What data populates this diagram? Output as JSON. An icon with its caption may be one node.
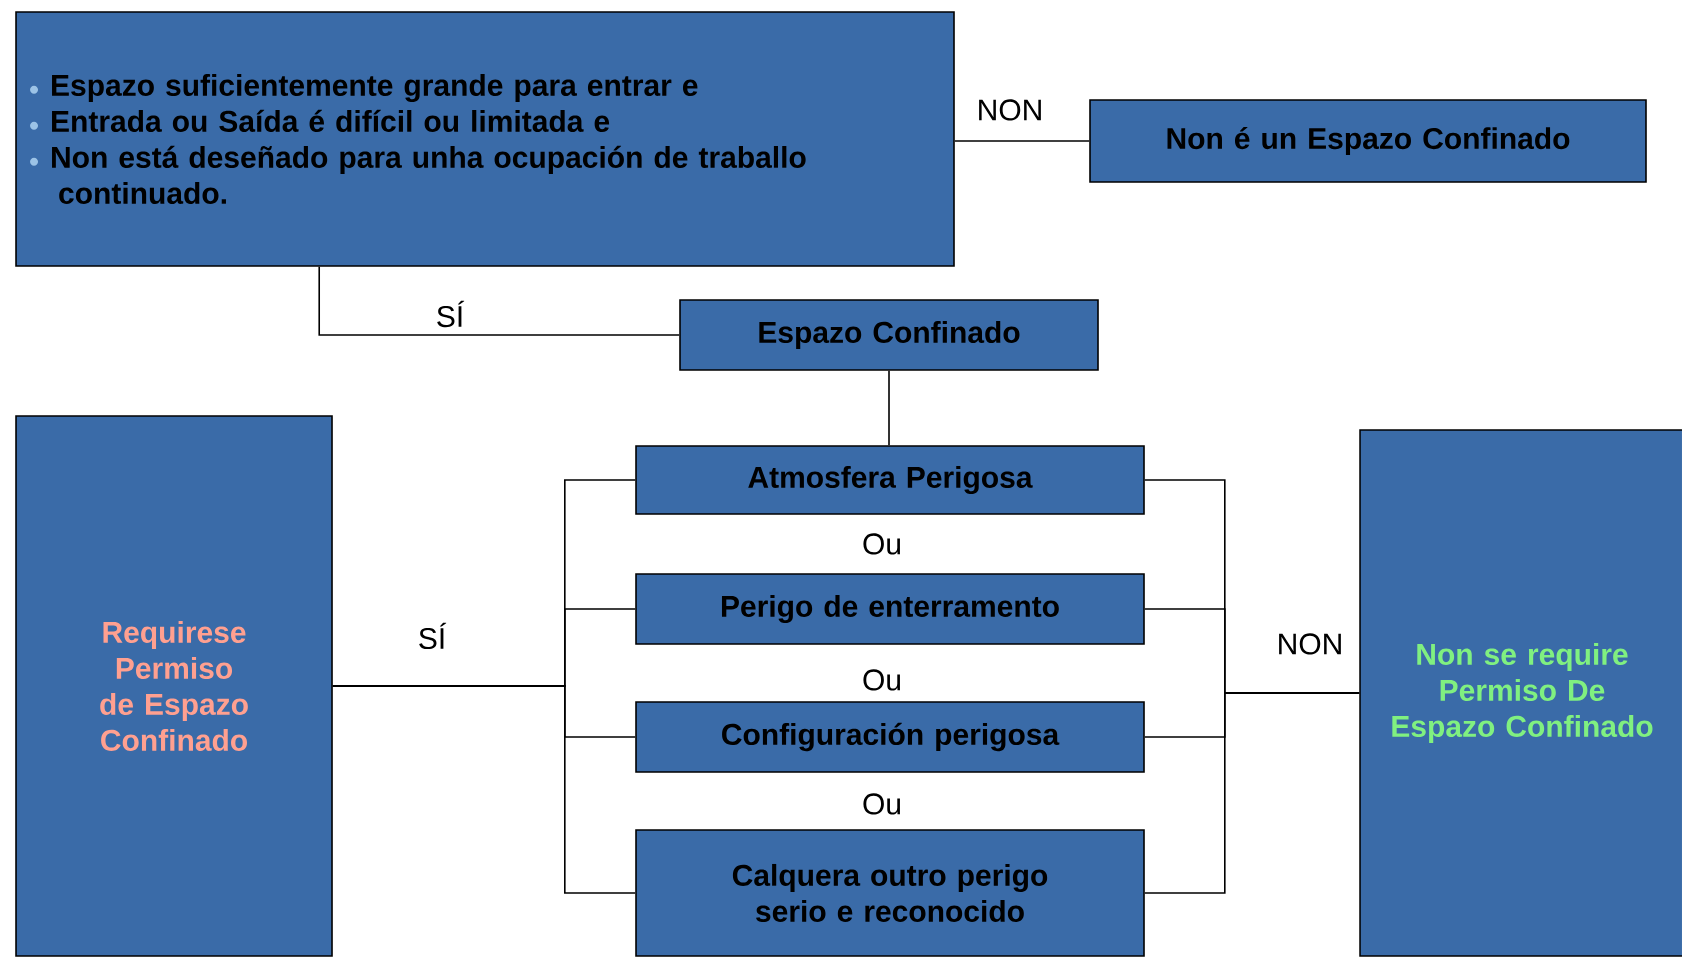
{
  "diagram": {
    "nodes": [
      {
        "text": [
          "Espazo suficientemente grande para entrar e",
          "Entrada ou Saída é difícil ou limitada e",
          "Non está deseñado para unha ocupación de traballo continuado."
        ]
      },
      {
        "text": [
          "Non é un Espazo Confinado"
        ]
      },
      {
        "text": [
          "Espazo Confinado"
        ]
      },
      {
        "text": [
          "Requirese Permiso de Espazo Confinado"
        ]
      },
      {
        "text": [
          "Atmosfera Perigosa"
        ]
      },
      {
        "text": [
          "Perigo de enterramento"
        ]
      },
      {
        "text": [
          "Configuración perigosa"
        ]
      },
      {
        "text": [
          "Calquera outro perigo serio e reconocido"
        ]
      },
      {
        "text": [
          "Non se require Permiso De Espazo Confinado"
        ]
      }
    ],
    "edges": [
      {
        "from": 0,
        "to": 1,
        "arrow": "none",
        "label": "NON"
      },
      {
        "from": 0,
        "to": 2,
        "arrow": "none",
        "label": "SÍ"
      },
      {
        "from": 2,
        "to": 4,
        "arrow": "none"
      },
      {
        "from": 3,
        "to": 4,
        "arrow": "none",
        "label": "SÍ"
      },
      {
        "from": 3,
        "to": 5,
        "arrow": "none"
      },
      {
        "from": 3,
        "to": 6,
        "arrow": "none"
      },
      {
        "from": 3,
        "to": 7,
        "arrow": "none"
      },
      {
        "from": 4,
        "to": 8,
        "arrow": "none",
        "label": "NON"
      },
      {
        "from": 5,
        "to": 8,
        "arrow": "none"
      },
      {
        "from": 6,
        "to": 8,
        "arrow": "none"
      },
      {
        "from": 7,
        "to": 8,
        "arrow": "none"
      }
    ],
    "labels": [
      "Ou",
      "Ou",
      "Ou"
    ]
  }
}
